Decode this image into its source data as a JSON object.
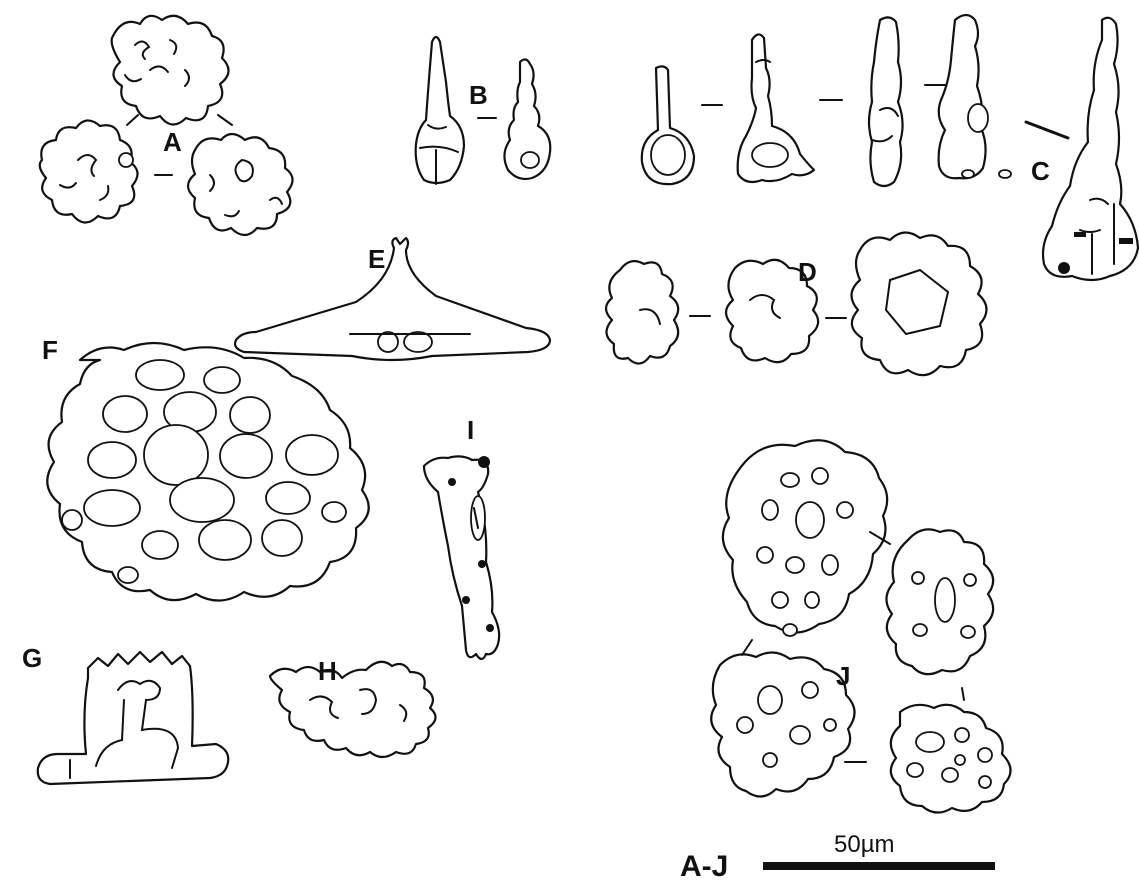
{
  "figure": {
    "labels": {
      "A": "A",
      "B": "B",
      "C": "C",
      "D": "D",
      "E": "E",
      "F": "F",
      "G": "G",
      "H": "H",
      "I": "I",
      "J": "J"
    },
    "scale_bar": {
      "value_text": "50µm",
      "range_label": "A-J"
    }
  }
}
